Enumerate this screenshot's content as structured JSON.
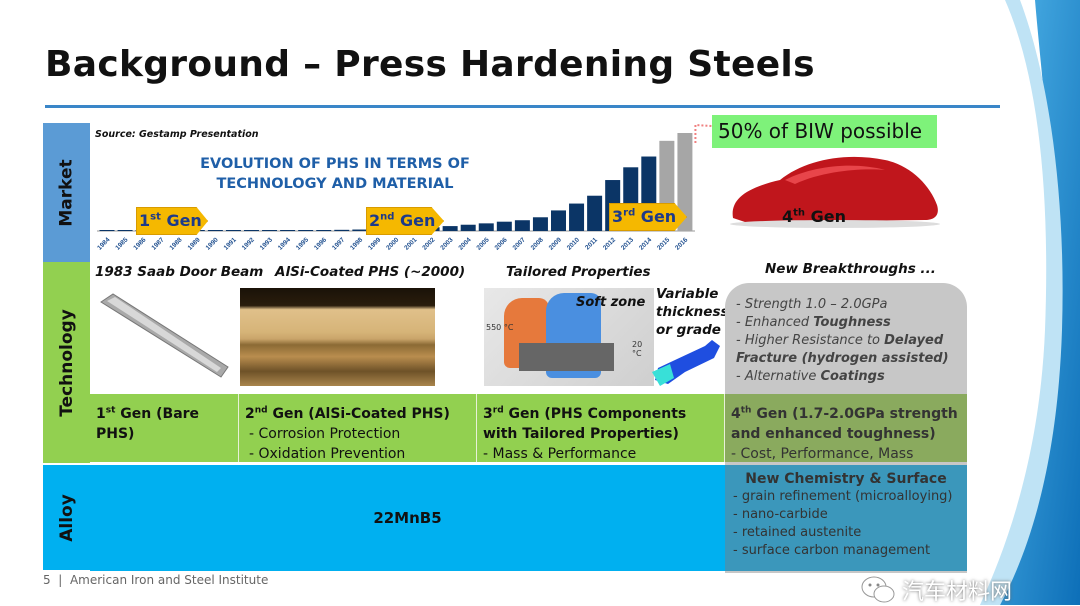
{
  "slide": {
    "title": "Background – Press Hardening Steels",
    "side_labels": {
      "market": "Market",
      "technology": "Technology",
      "alloy": "Alloy"
    },
    "footer": {
      "page_number": "5",
      "separator": "|",
      "organization": "American Iron and Steel Institute"
    },
    "watermark": "汽车材料网"
  },
  "market": {
    "source": "Source: Gestamp Presentation",
    "chart_title_line1": "EVOLUTION OF PHS IN TERMS OF",
    "chart_title_line2": "TECHNOLOGY AND MATERIAL",
    "callout": "50% of BIW possible",
    "gens": [
      {
        "num": "1",
        "sup": "st",
        "label": " Gen"
      },
      {
        "num": "2",
        "sup": "nd",
        "label": " Gen"
      },
      {
        "num": "3",
        "sup": "rd",
        "label": " Gen"
      },
      {
        "num": "4",
        "sup": "th",
        "label": " Gen"
      }
    ]
  },
  "chart_data": {
    "type": "bar",
    "title": "EVOLUTION OF PHS IN TERMS OF TECHNOLOGY AND MATERIAL",
    "xlabel": "",
    "ylabel": "",
    "categories": [
      "1984",
      "1985",
      "1986",
      "1987",
      "1988",
      "1989",
      "1990",
      "1991",
      "1992",
      "1993",
      "1994",
      "1995",
      "1996",
      "1997",
      "1998",
      "1999",
      "2000",
      "2001",
      "2002",
      "2003",
      "2004",
      "2005",
      "2006",
      "2007",
      "2008",
      "2009",
      "2010",
      "2011",
      "2012",
      "2013",
      "2014",
      "2015",
      "2016"
    ],
    "values": [
      0.3,
      0.3,
      0.3,
      0.3,
      0.3,
      0.3,
      0.4,
      0.4,
      0.4,
      0.5,
      0.7,
      1,
      1,
      1.2,
      1.5,
      2,
      2.5,
      3,
      3.8,
      5,
      6.4,
      7.8,
      9.5,
      11,
      14,
      21,
      28,
      36,
      52,
      65,
      76,
      92,
      100
    ],
    "projected_from": "2015",
    "colors": {
      "actual": "#0b3566",
      "projected": "#a6a6a6"
    },
    "ylim": [
      0,
      100
    ]
  },
  "technology": {
    "captions": [
      "1983 Saab Door Beam",
      "AlSi-Coated PHS (~2000)",
      "Tailored Properties",
      "New Breakthroughs ..."
    ],
    "image_labels": {
      "soft_zone": "Soft zone",
      "t_hot": "550 °C",
      "t_cold": "20 °C",
      "variable": [
        "Variable",
        "thickness",
        "or grade"
      ]
    },
    "breakthroughs": [
      {
        "plain": "- Strength 1.0 – 2.0GPa",
        "bold": ""
      },
      {
        "plain": "- Enhanced ",
        "bold": "Toughness"
      },
      {
        "plain": "- Higher Resistance to ",
        "bold": "Delayed Fracture (hydrogen assisted)"
      },
      {
        "plain": "- Alternative ",
        "bold": "Coatings"
      }
    ],
    "gens": [
      {
        "num": "1",
        "sup": "st",
        "head": " Gen (Bare PHS)",
        "items": []
      },
      {
        "num": "2",
        "sup": "nd",
        "head": " Gen (AlSi-Coated PHS)",
        "items": [
          "- Corrosion Protection",
          "- Oxidation Prevention"
        ]
      },
      {
        "num": "3",
        "sup": "rd",
        "head": " Gen (PHS Components with Tailored Properties)",
        "items": [
          "- Mass & Performance"
        ]
      },
      {
        "num": "4",
        "sup": "th",
        "head": " Gen (1.7-2.0GPa strength and enhanced toughness)",
        "items": [
          "- Cost, Performance, Mass"
        ]
      }
    ]
  },
  "alloy": {
    "main": "22MnB5",
    "new_title": "New Chemistry & Surface",
    "new_items": [
      "- grain refinement (microalloying)",
      "- nano-carbide",
      "- retained austenite",
      "- surface carbon management"
    ]
  },
  "colors": {
    "market": "#5b9bd5",
    "technology": "#92d050",
    "alloy": "#00b0f0",
    "title_blue": "#1f5fa8",
    "gen_arrow": "#f5b800"
  }
}
